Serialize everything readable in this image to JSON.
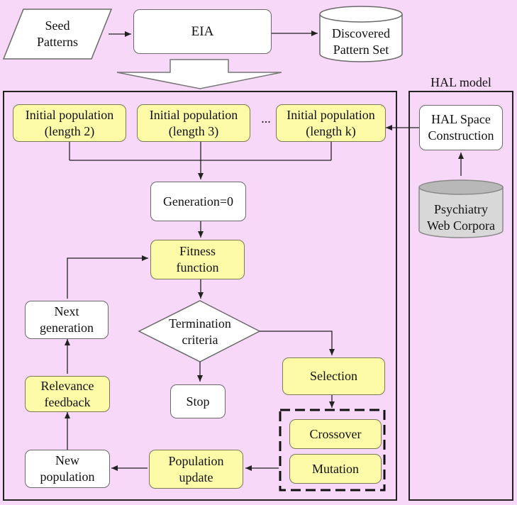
{
  "nodes": {
    "seed_patterns": {
      "line1": "Seed",
      "line2": "Patterns"
    },
    "eia": "EIA",
    "discovered_pattern_set": {
      "line1": "Discovered",
      "line2": "Pattern Set"
    },
    "hal_model_label": "HAL model",
    "init_pop_2": {
      "line1": "Initial population",
      "line2": "(length 2)"
    },
    "init_pop_3": {
      "line1": "Initial population",
      "line2": "(length 3)"
    },
    "ellipsis": "...",
    "init_pop_k": {
      "line1": "Initial population",
      "line2": "(length k)"
    },
    "hal_space_construction": {
      "line1": "HAL Space",
      "line2": "Construction"
    },
    "psychiatry_web_corpora": {
      "line1": "Psychiatry",
      "line2": "Web Corpora"
    },
    "generation_zero": "Generation=0",
    "fitness_function": {
      "line1": "Fitness",
      "line2": "function"
    },
    "next_generation": {
      "line1": "Next",
      "line2": "generation"
    },
    "termination_criteria": {
      "line1": "Termination",
      "line2": "criteria"
    },
    "relevance_feedback": {
      "line1": "Relevance",
      "line2": "feedback"
    },
    "selection": "Selection",
    "stop": "Stop",
    "crossover": "Crossover",
    "mutation": "Mutation",
    "new_population": {
      "line1": "New",
      "line2": "population"
    },
    "population_update": {
      "line1": "Population",
      "line2": "update"
    }
  }
}
